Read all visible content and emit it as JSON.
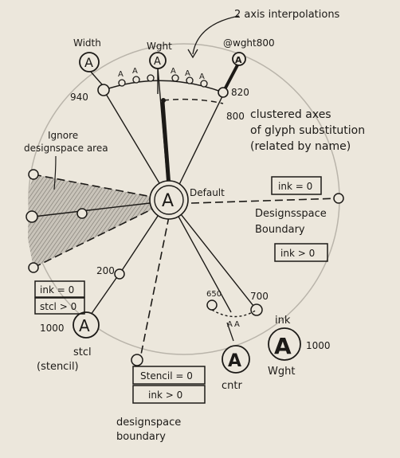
{
  "diagram": {
    "annotations": {
      "two_axis_interpolations": "2 axis interpolations",
      "ignore_designspace_area": "Ignore designspace area",
      "clustered_axes": "clustered axes of glyph substitution (related by name)",
      "designspace_boundary_right": "Designspace Boundary",
      "designspace_boundary_bottom": "designspace boundary"
    },
    "axes": {
      "width": "Width",
      "wght": "Wght",
      "wght800": "@wght800",
      "default": "Default",
      "stcl": "stcl (stencil)",
      "cntr": "cntr",
      "wght_bottom": "Wght",
      "ink": "ink"
    },
    "values": {
      "v940": "940",
      "v820": "820",
      "v800": "800",
      "v200": "200",
      "v1000_left": "1000",
      "v650": "650",
      "v700": "700",
      "v1000_right": "1000"
    },
    "boxes": {
      "ink_eq_0_right": "ink = 0",
      "ink_gt_0_right": "ink > 0",
      "ink_eq_0_left": "ink = 0",
      "stcl_gt_0": "stcl > 0",
      "stencil_eq_0": "Stencil = 0",
      "ink_gt_0_bottom": "ink > 0"
    },
    "glyphs": {
      "a": "A"
    }
  }
}
